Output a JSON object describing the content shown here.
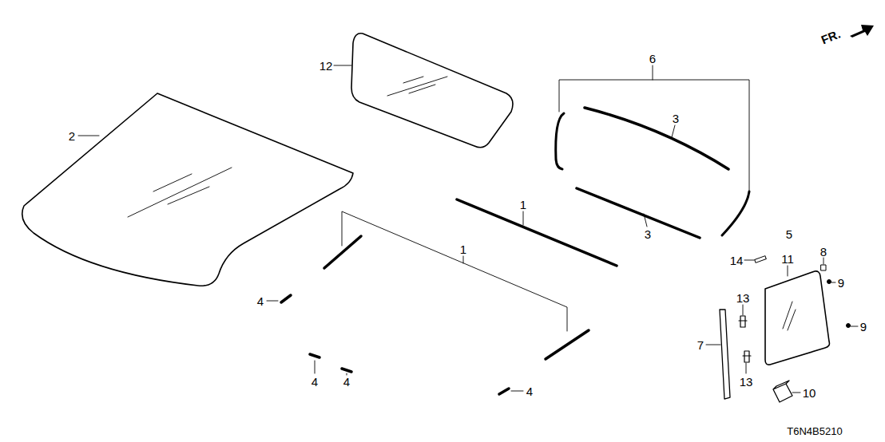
{
  "diagram": {
    "labels": [
      "FR.",
      "12",
      "6",
      "3",
      "2",
      "1",
      "1",
      "3",
      "5",
      "11",
      "14",
      "8",
      "9",
      "4",
      "13",
      "9",
      "7",
      "4",
      "4",
      "13",
      "10",
      "4",
      "T6N4B5210"
    ]
  }
}
